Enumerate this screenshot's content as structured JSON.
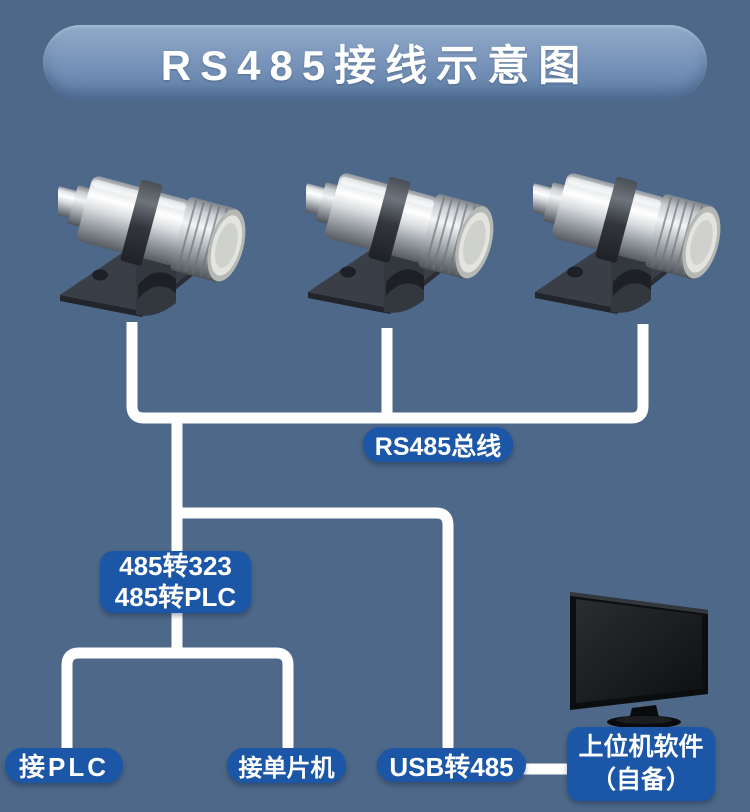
{
  "header": {
    "title": "RS485接线示意图"
  },
  "diagram": {
    "bus_label": "RS485总线",
    "converter": {
      "line1": "485转323",
      "line2": "485转PLC"
    },
    "plc_label": "接PLC",
    "mcu_label": "接单片机",
    "usb_label": "USB转485",
    "host": {
      "line1": "上位机软件",
      "line2": "（自备）"
    }
  },
  "devices": {
    "sensor_count": 3,
    "sensor_icon": "ir-temperature-sensor-icon",
    "monitor_icon": "desktop-monitor-icon"
  },
  "colors": {
    "background": "#4d6888",
    "label_blue": "#1c56a7",
    "wire": "#ffffff",
    "banner_gradient_top": "#90abc9",
    "banner_gradient_bottom": "#5d7da5"
  }
}
